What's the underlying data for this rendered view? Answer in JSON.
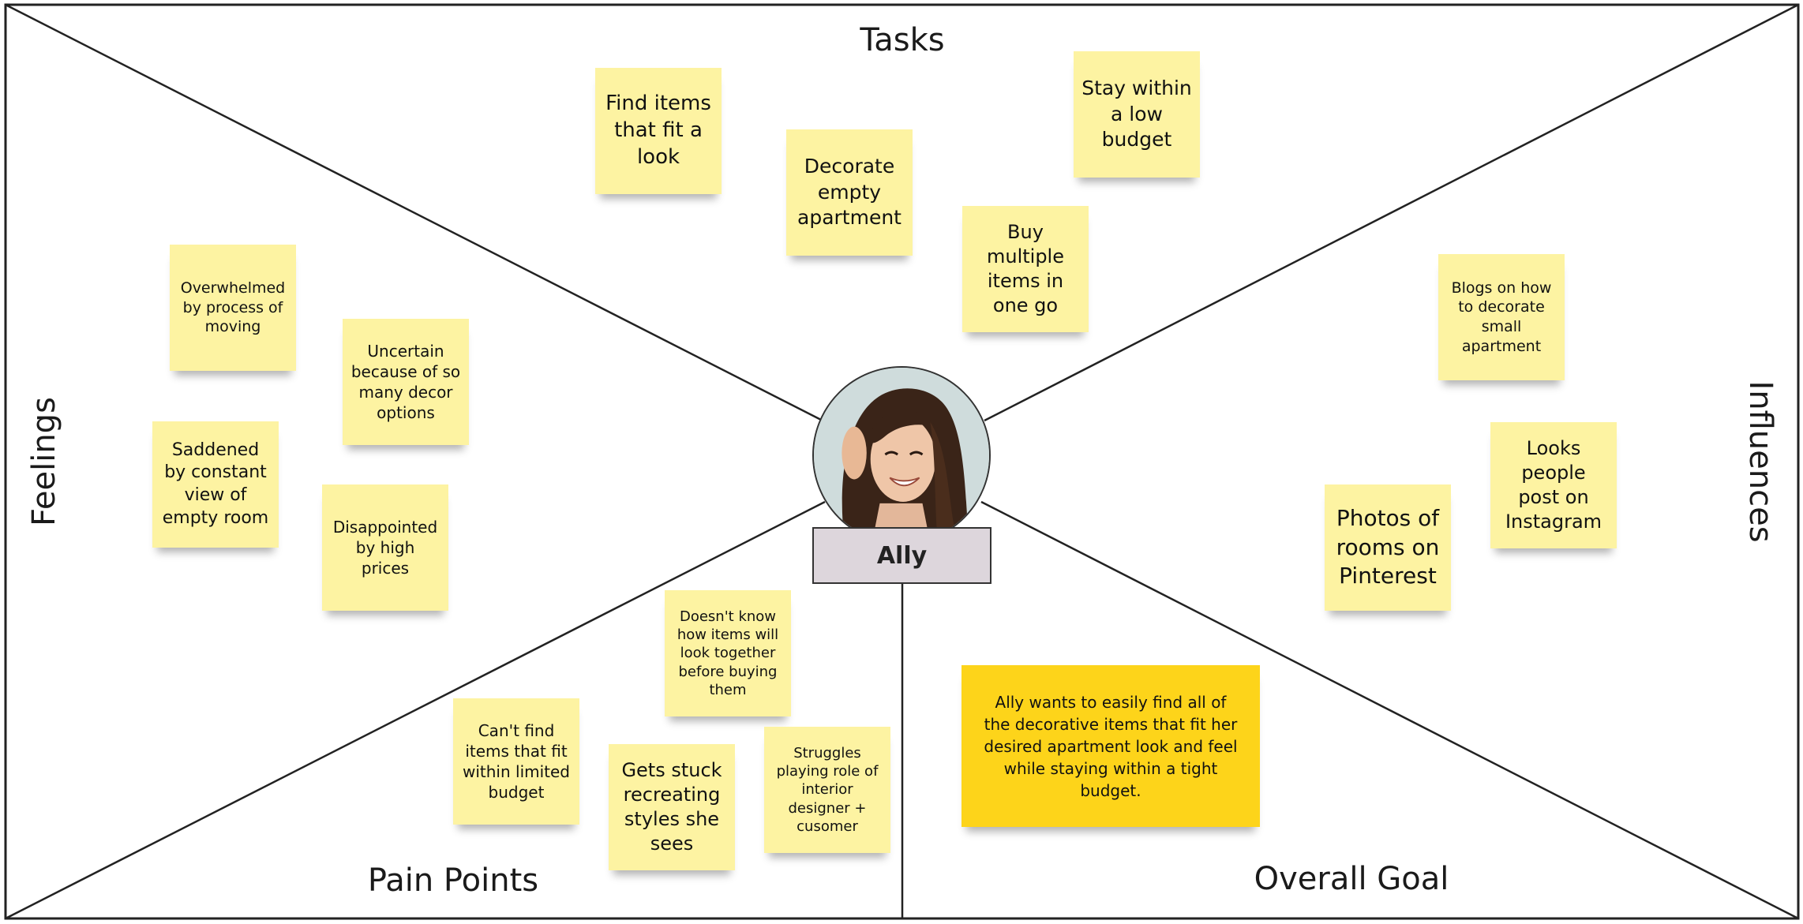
{
  "sections": {
    "tasks": "Tasks",
    "feelings": "Feelings",
    "influences": "Influences",
    "pain_points": "Pain Points",
    "overall_goal": "Overall Goal"
  },
  "persona": {
    "name": "Ally"
  },
  "tasks_notes": [
    "Find items that fit a look",
    "Decorate empty apartment",
    "Stay within a low budget",
    "Buy multiple items in one go"
  ],
  "feelings_notes": [
    "Overwhelmed by process of moving",
    "Uncertain because of so many decor options",
    "Saddened by constant view of empty room",
    "Disappointed by high prices"
  ],
  "influences_notes": [
    "Blogs on how to decorate small apartment",
    "Looks people post on Instagram",
    "Photos of rooms on Pinterest"
  ],
  "pain_points_notes": [
    "Doesn't know how items will look together before buying them",
    "Can't find items that fit within limited budget",
    "Gets stuck recreating styles she sees",
    "Struggles playing role of interior designer + cusomer"
  ],
  "overall_goal_note": "Ally wants to easily find all of the decorative items that fit her desired apartment look and feel while staying within a tight budget.",
  "colors": {
    "sticky": "#fdf3a2",
    "goal_sticky": "#fdd41a",
    "name_box": "#ddd6dc",
    "lines": "#222222"
  }
}
